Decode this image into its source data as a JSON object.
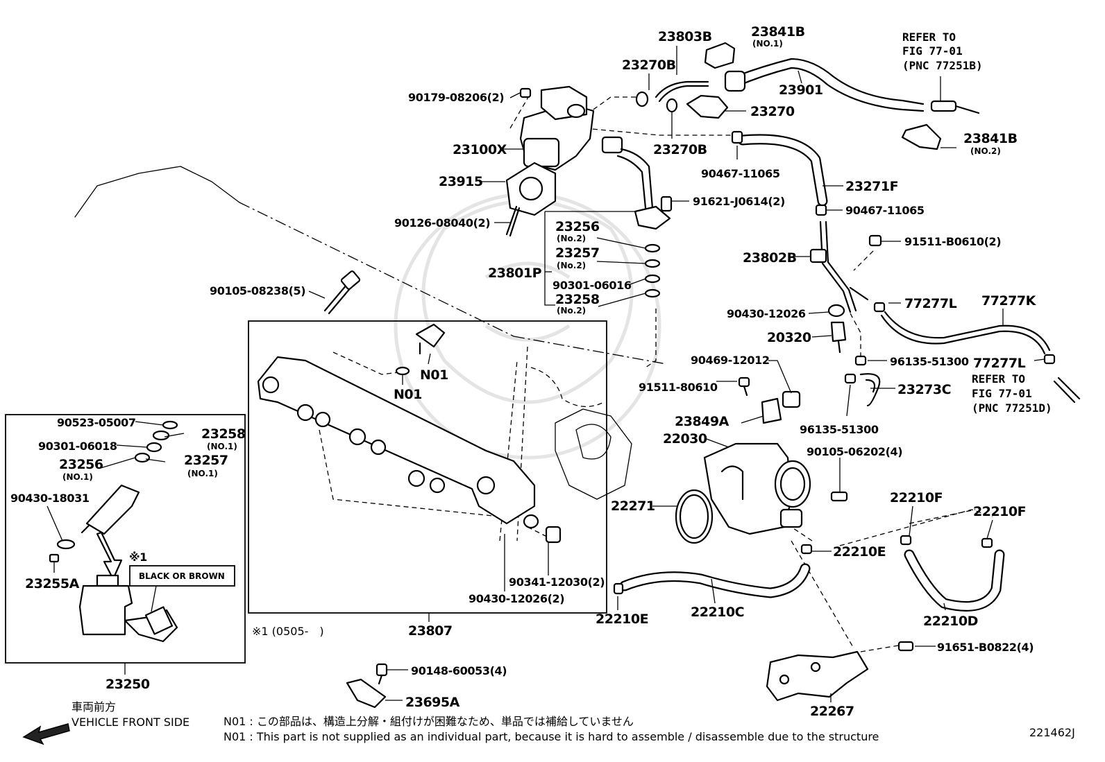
{
  "labels": {
    "p23803B": "23803B",
    "p23841B_1": "23841B",
    "p23841B_1_sub": "(NO.1)",
    "refer_top": "REFER TO",
    "refer_top_fig": "FIG 77-01",
    "refer_top_pnc": "(PNC 77251B)",
    "p23270B_top": "23270B",
    "p90179": "90179-08206(2)",
    "p23901": "23901",
    "p23270": "23270",
    "p23100X": "23100X",
    "p23270B_mid": "23270B",
    "p23841B_2": "23841B",
    "p23841B_2_sub": "(NO.2)",
    "p90467_a": "90467-11065",
    "p23915": "23915",
    "p23271F": "23271F",
    "p91621": "91621-J0614(2)",
    "p90126": "90126-08040(2)",
    "p90467_b": "90467-11065",
    "p23256_no2": "23256",
    "p23256_no2_sub": "(No.2)",
    "p91511_b": "91511-B0610(2)",
    "p23257_no2": "23257",
    "p23257_no2_sub": "(No.2)",
    "p23802B": "23802B",
    "p23801P": "23801P",
    "p90301_06016": "90301-06016",
    "p90105_08238": "90105-08238(5)",
    "p23258_no2": "23258",
    "p23258_no2_sub": "(No.2)",
    "p77277L_a": "77277L",
    "p77277K": "77277K",
    "p90430_12026_a": "90430-12026",
    "p20320": "20320",
    "pN01_a": "N01",
    "p90469": "90469-12012",
    "p96135_a": "96135-51300",
    "p77277L_b": "77277L",
    "refer_bot": "REFER TO",
    "refer_bot_fig": "FIG 77-01",
    "refer_bot_pnc": "(PNC 77251D)",
    "pN01_b": "N01",
    "p91511_80610": "91511-80610",
    "p23273C": "23273C",
    "p90523": "90523-05007",
    "p23258_no1": "23258",
    "p23258_no1_sub": "(NO.1)",
    "p23849A": "23849A",
    "p96135_b": "96135-51300",
    "p90301_06018": "90301-06018",
    "p22030": "22030",
    "p90105_06202": "90105-06202(4)",
    "p23256_no1": "23256",
    "p23256_no1_sub": "(NO.1)",
    "p23257_no1": "23257",
    "p23257_no1_sub": "(NO.1)",
    "p90430_18031": "90430-18031",
    "p22210F_a": "22210F",
    "p22210F_b": "22210F",
    "p22271": "22271",
    "p22210E_a": "22210E",
    "p23255A": "23255A",
    "black_or_brown": "BLACK OR BROWN",
    "note_mark": "※1",
    "p90341": "90341-12030(2)",
    "p90430_12026_b": "90430-12026(2)",
    "p22210E_b": "22210E",
    "p22210C": "22210C",
    "p22210D": "22210D",
    "p23807": "23807",
    "date_note": "※1 (0505-　)",
    "p91651": "91651-B0822(4)",
    "p23250": "23250",
    "p90148": "90148-60053(4)",
    "p23695A": "23695A",
    "p22267": "22267"
  },
  "footer": {
    "vehicle_front_jp": "車両前方",
    "vehicle_front_en": "VEHICLE FRONT SIDE",
    "note_jp": "N01 : この部品は、構造上分解・組付けが困難なため、単品では補給していません",
    "note_en": "N01 : This part is not supplied as an individual part, because it is hard to assemble / disassemble due to the structure",
    "figure_id": "221462J"
  }
}
